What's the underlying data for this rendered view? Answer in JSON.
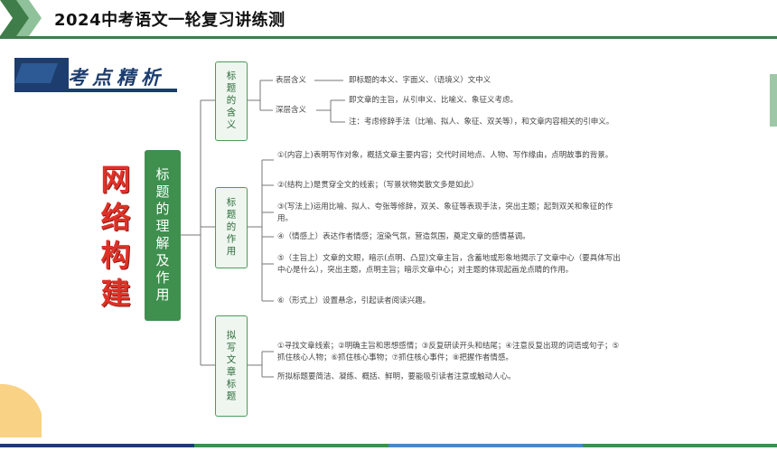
{
  "header": {
    "title": "2024中考语文一轮复习讲练测",
    "accent_color": "#3f7d4a"
  },
  "section": {
    "title": "考点精析"
  },
  "main_title": "网络构建",
  "topic": "标题的理解及作用",
  "meaning": {
    "label": "标题的含义",
    "surface_label": "表层含义",
    "surface_text": "即标题的本义、字面义、（语境义）文中义",
    "deep_label": "深层含义",
    "deep_text_1": "即文章的主旨，从引申义、比喻义、象征义考虑。",
    "deep_text_2": "注：考虑修辞手法（比喻、拟人、象征、双关等），和文章内容相关的引申义。"
  },
  "function": {
    "label": "标题的作用",
    "items": [
      "①(内容上)表明写作对象，概括文章主要内容；交代时间地点、人物、写作缘由，点明故事的背景。",
      "②(结构上)是贯穿全文的线索；（写景状物类散文多是如此）",
      "③(写法上)运用比喻、拟人、夸张等修辞，双关、象征等表现手法，突出主题；起到双关和象征的作用。",
      "④（情感上）表达作者情感；渲染气氛，营造氛围，奠定文章的感情基调。",
      "⑤（主旨上）文章的文眼，暗示(点明、凸显)文章主旨，含蓄地或形象地揭示了文章中心（要具体写出中心是什么），突出主题，点明主旨；暗示文章中心；对主题的体现起画龙点睛的作用。",
      "⑥（形式上）设置悬念，引起读者阅读兴趣。"
    ]
  },
  "drafting": {
    "label": "拟写文章标题",
    "steps": "①寻找文章线索；②明确主旨和思想感情；③反复研读开头和结尾；④注意反复出现的词语或句子；⑤抓住核心人物；⑥抓住核心事物；⑦抓住核心事件；⑧把握作者情感。",
    "requirement": "所拟标题要简洁、凝练、概括、鲜明，要能吸引读者注意或触动人心。"
  }
}
